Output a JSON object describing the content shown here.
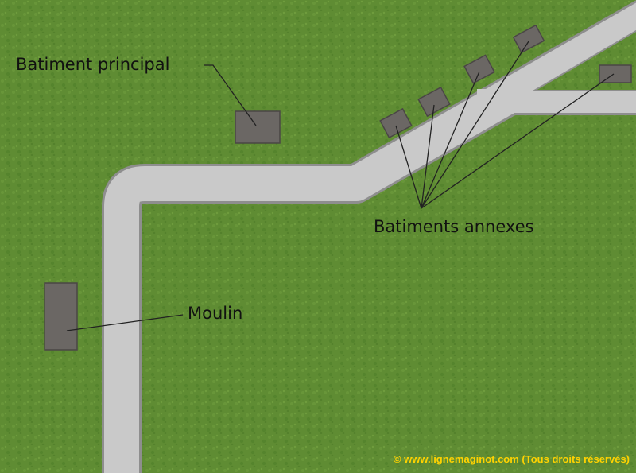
{
  "colors": {
    "grass": "#5f8c33",
    "road": "#c9c9c9",
    "road_edge": "#8e8e8e",
    "building": "#6b6764",
    "building_edge": "#4a4645",
    "leader": "#222222",
    "credit": "#ffd200"
  },
  "labels": {
    "main_building": "Batiment principal",
    "outbuildings": "Batiments annexes",
    "mill": "Moulin"
  },
  "credit": "© www.lignemaginot.com (Tous droits réservés)"
}
